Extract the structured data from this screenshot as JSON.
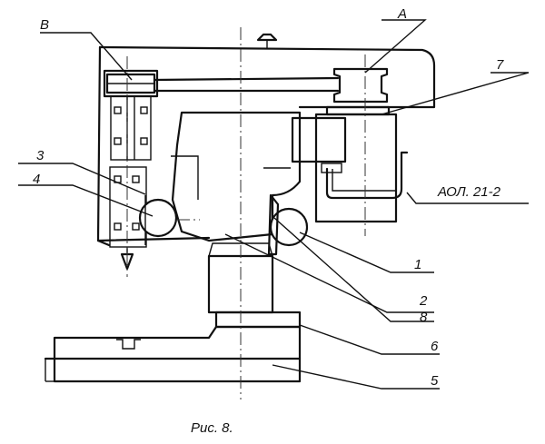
{
  "figure": {
    "caption": "Рис. 8.",
    "callouts": {
      "A": "А",
      "B": "В",
      "n7": "7",
      "n3": "3",
      "n4": "4",
      "motor": "АОЛ. 21-2",
      "n1": "1",
      "n2": "2",
      "n8": "8",
      "n6": "6",
      "n5": "5"
    }
  }
}
